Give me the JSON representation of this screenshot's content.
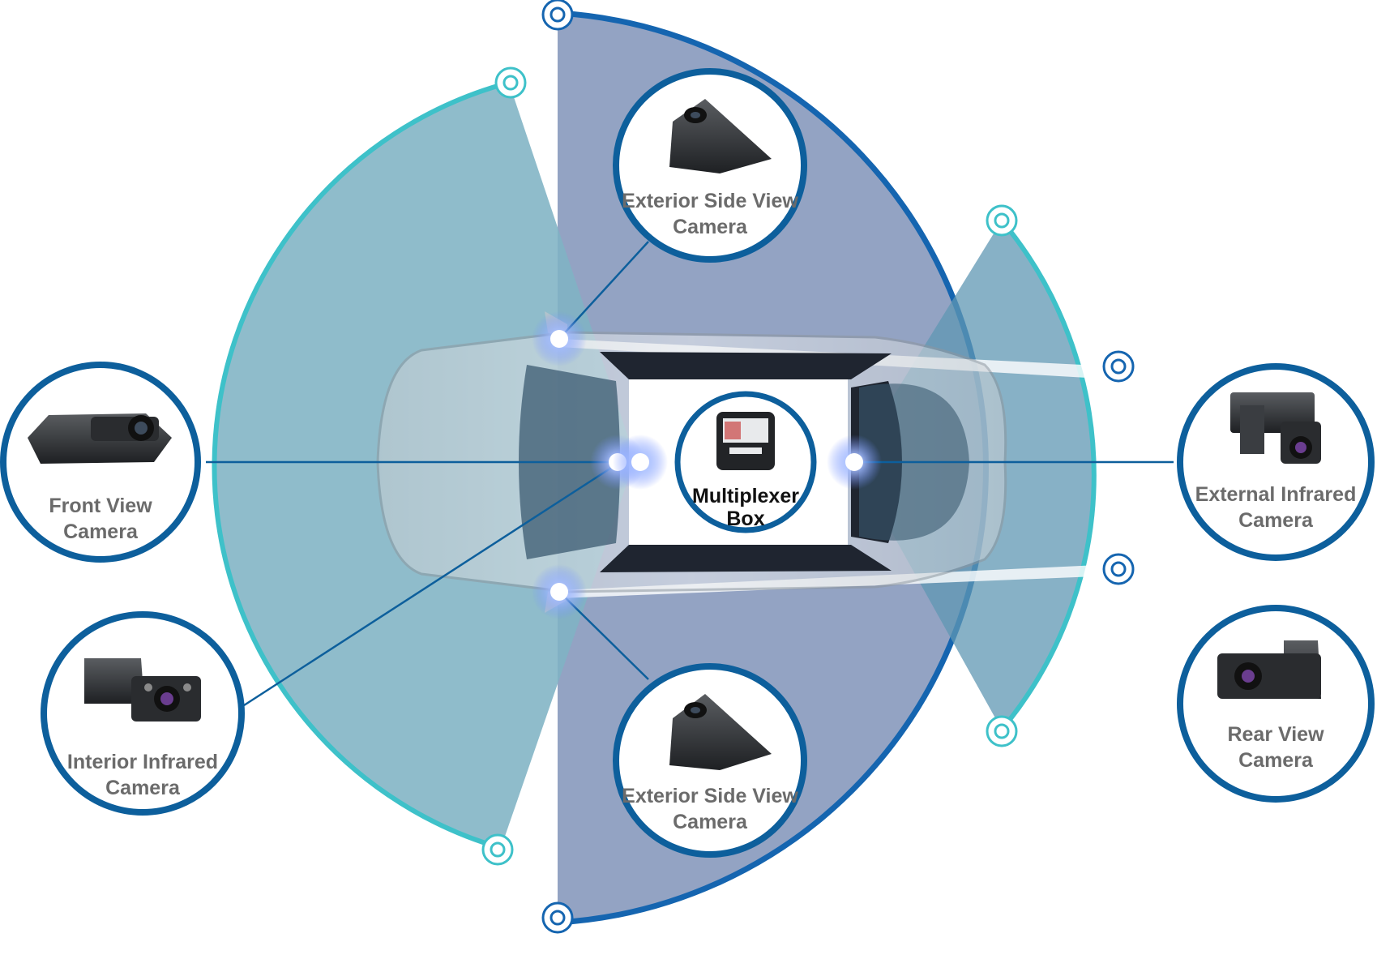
{
  "colors": {
    "cyan_zone": "#7fb3c4",
    "cyan_arc": "#3ec1c9",
    "blue_zone": "#8093b9",
    "blue_arc": "#1565b0",
    "circle_ring": "#0d5f9c",
    "label_gray": "#6b6b6b",
    "center_label": "#111111"
  },
  "cameras": {
    "front": {
      "line1": "Front View",
      "line2": "Camera",
      "icon": "dashcam-front-icon"
    },
    "interior": {
      "line1": "Interior Infrared",
      "line2": "Camera",
      "icon": "infrared-camera-icon"
    },
    "side_top": {
      "line1": "Exterior Side View",
      "line2": "Camera",
      "icon": "side-camera-icon"
    },
    "side_bottom": {
      "line1": "Exterior Side View",
      "line2": "Camera",
      "icon": "side-camera-icon"
    },
    "external_ir": {
      "line1": "External Infrared",
      "line2": "Camera",
      "icon": "external-ir-camera-icon"
    },
    "rear": {
      "line1": "Rear View",
      "line2": "Camera",
      "icon": "rear-camera-icon"
    }
  },
  "center": {
    "line1": "Multiplexer",
    "line2": "Box",
    "icon": "multiplexer-box-icon"
  }
}
